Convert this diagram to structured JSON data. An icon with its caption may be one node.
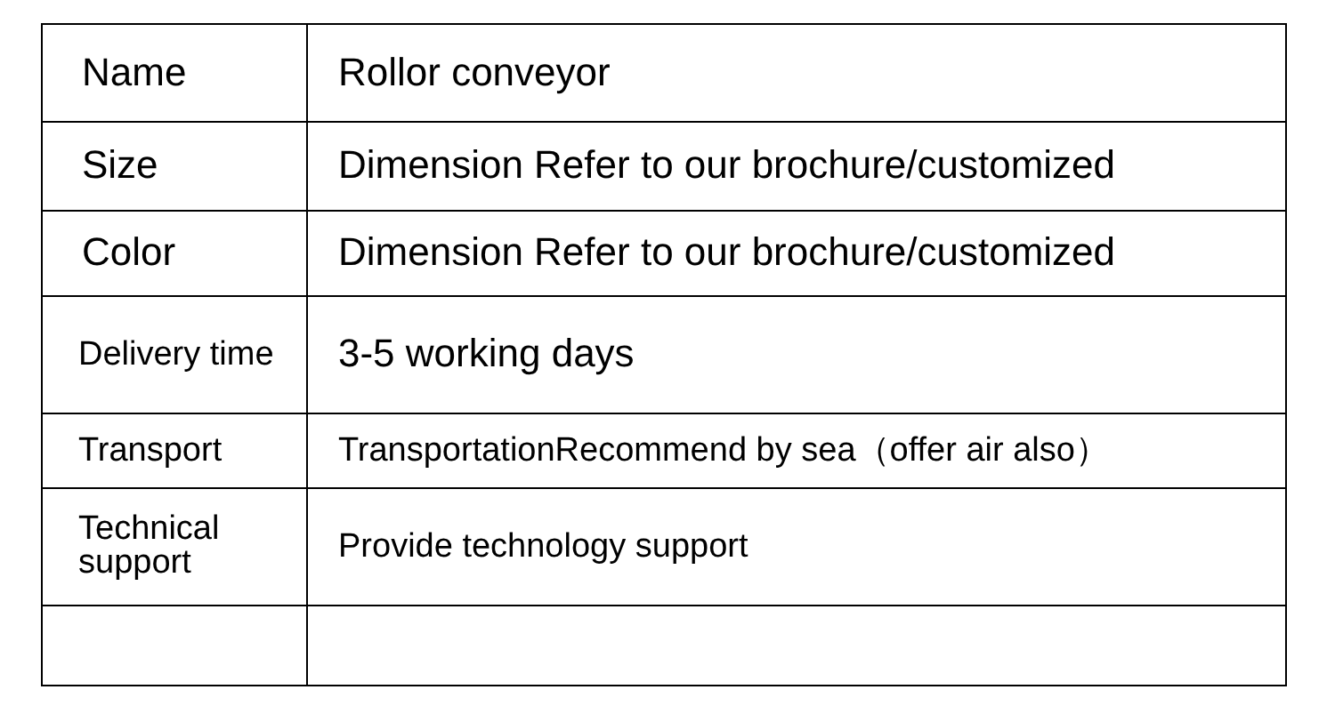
{
  "diagram": {
    "labels": [
      "Name",
      "Rollor conveyor",
      "Size",
      "Dimension Refer to our brochure/customized",
      "Color",
      "Dimension Refer to our brochure/customized",
      "Delivery time",
      "3-5 working days",
      "Transport",
      "TransportationRecommend by sea（offer air also）",
      "Technical support",
      "Provide technology support"
    ]
  }
}
